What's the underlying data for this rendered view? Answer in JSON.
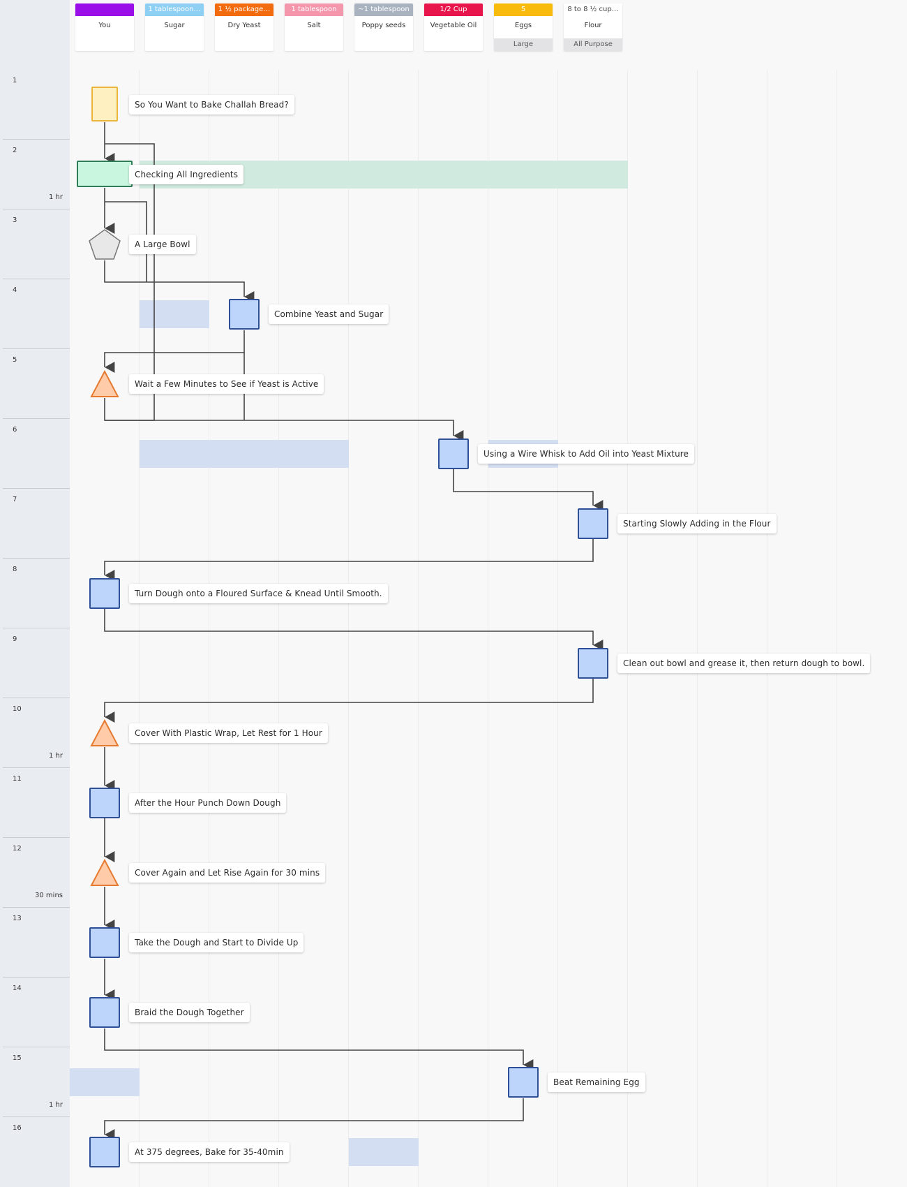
{
  "ingredients": [
    {
      "qty": "",
      "name": "You",
      "color": "#9a0fe8",
      "variant": ""
    },
    {
      "qty": "1 tablespoon…",
      "name": "Sugar",
      "color": "#8ed0f4",
      "variant": ""
    },
    {
      "qty": "1 ½ package…",
      "name": "Dry Yeast",
      "color": "#f26b0f",
      "variant": ""
    },
    {
      "qty": "1 tablespoon",
      "name": "Salt",
      "color": "#f497ac",
      "variant": ""
    },
    {
      "qty": "~1 tablespoon",
      "name": "Poppy seeds",
      "color": "#a9b3c0",
      "variant": ""
    },
    {
      "qty": "1/2 Cup",
      "name": "Vegetable Oil",
      "color": "#e8154d",
      "variant": ""
    },
    {
      "qty": "5",
      "name": "Eggs",
      "color": "#f8bb0b",
      "variant": "Large"
    },
    {
      "qty": "8 to 8 ½ cup…",
      "name": "Flour",
      "color": "#ffffff",
      "variant": "All Purpose"
    }
  ],
  "rows": [
    {
      "num": "1",
      "duration": ""
    },
    {
      "num": "2",
      "duration": "1 hr"
    },
    {
      "num": "3",
      "duration": ""
    },
    {
      "num": "4",
      "duration": ""
    },
    {
      "num": "5",
      "duration": ""
    },
    {
      "num": "6",
      "duration": ""
    },
    {
      "num": "7",
      "duration": ""
    },
    {
      "num": "8",
      "duration": ""
    },
    {
      "num": "9",
      "duration": ""
    },
    {
      "num": "10",
      "duration": "1 hr"
    },
    {
      "num": "11",
      "duration": ""
    },
    {
      "num": "12",
      "duration": "30 mins"
    },
    {
      "num": "13",
      "duration": ""
    },
    {
      "num": "14",
      "duration": ""
    },
    {
      "num": "15",
      "duration": "1 hr"
    },
    {
      "num": "16",
      "duration": ""
    }
  ],
  "steps": [
    {
      "label": "So You Want to Bake Challah Bread?",
      "shape": "start"
    },
    {
      "label": "Checking All Ingredients",
      "shape": "check"
    },
    {
      "label": "A Large Bowl",
      "shape": "pentagon"
    },
    {
      "label": "Combine Yeast and Sugar",
      "shape": "square"
    },
    {
      "label": "Wait a Few Minutes to See if Yeast is Active",
      "shape": "triangle"
    },
    {
      "label": "Using a Wire Whisk to Add Oil into Yeast Mixture",
      "shape": "square"
    },
    {
      "label": "Starting Slowly Adding in the Flour",
      "shape": "square"
    },
    {
      "label": "Turn Dough onto a Floured Surface & Knead Until Smooth.",
      "shape": "square"
    },
    {
      "label": "Clean out bowl and grease it, then return dough to bowl.",
      "shape": "square"
    },
    {
      "label": "Cover With Plastic Wrap, Let Rest for 1 Hour",
      "shape": "triangle"
    },
    {
      "label": "After the Hour Punch Down Dough",
      "shape": "square"
    },
    {
      "label": "Cover Again and Let Rise Again for 30 mins",
      "shape": "triangle"
    },
    {
      "label": "Take the Dough and Start to Divide Up",
      "shape": "square"
    },
    {
      "label": "Braid the Dough Together",
      "shape": "square"
    },
    {
      "label": "Beat Remaining Egg",
      "shape": "square"
    },
    {
      "label": "At 375 degrees, Bake for 35-40min",
      "shape": "square"
    }
  ],
  "colors": {
    "node_fill": "#bdd5fb",
    "node_border": "#2f4f96",
    "triangle_fill": "#ffcba8",
    "triangle_border": "#e67a30",
    "pentagon_fill": "#e8e8e8",
    "pentagon_border": "#777777",
    "edge": "#444444"
  }
}
